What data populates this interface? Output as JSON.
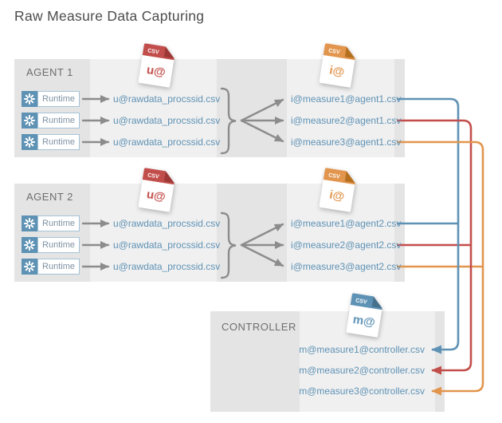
{
  "title": "Raw Measure Data Capturing",
  "colors": {
    "blue": "#5E92B5",
    "red": "#C24E4B",
    "orange": "#E2954D",
    "blue-dark": "#46718D",
    "red-dark": "#9C3936",
    "orange-dark": "#B5701F",
    "arrow-gray": "#8C8C8C",
    "panel-dark": "#E4E4E4",
    "panel-light": "#F0F0F0",
    "label-gray": "#6E6E6E",
    "title-gray": "#4D4D4D",
    "runtime-border": "#A6C3D6",
    "runtime-text": "#7E92A3"
  },
  "agent1": {
    "label": "AGENT 1",
    "runtime_label": "Runtime",
    "raw_icon": {
      "tag": "CSV",
      "label": "u@"
    },
    "out_icon": {
      "tag": "CSV",
      "label": "i@"
    },
    "raw_files": [
      "u@rawdata_procssid.csv",
      "u@rawdata_procssid.csv",
      "u@rawdata_procssid.csv"
    ],
    "out_files": [
      "i@measure1@agent1.csv",
      "i@measure2@agent1.csv",
      "i@measure3@agent1.csv"
    ]
  },
  "agent2": {
    "label": "AGENT 2",
    "runtime_label": "Runtime",
    "raw_icon": {
      "tag": "CSV",
      "label": "u@"
    },
    "out_icon": {
      "tag": "CSV",
      "label": "i@"
    },
    "raw_files": [
      "u@rawdata_procssid.csv",
      "u@rawdata_procssid.csv",
      "u@rawdata_procssid.csv"
    ],
    "out_files": [
      "i@measure1@agent2.csv",
      "i@measure2@agent2.csv",
      "i@measure3@agent2.csv"
    ]
  },
  "controller": {
    "label": "CONTROLLER",
    "icon": {
      "tag": "CSV",
      "label": "m@"
    },
    "files": [
      "m@measure1@controller.csv",
      "m@measure2@controller.csv",
      "m@measure3@controller.csv"
    ]
  }
}
